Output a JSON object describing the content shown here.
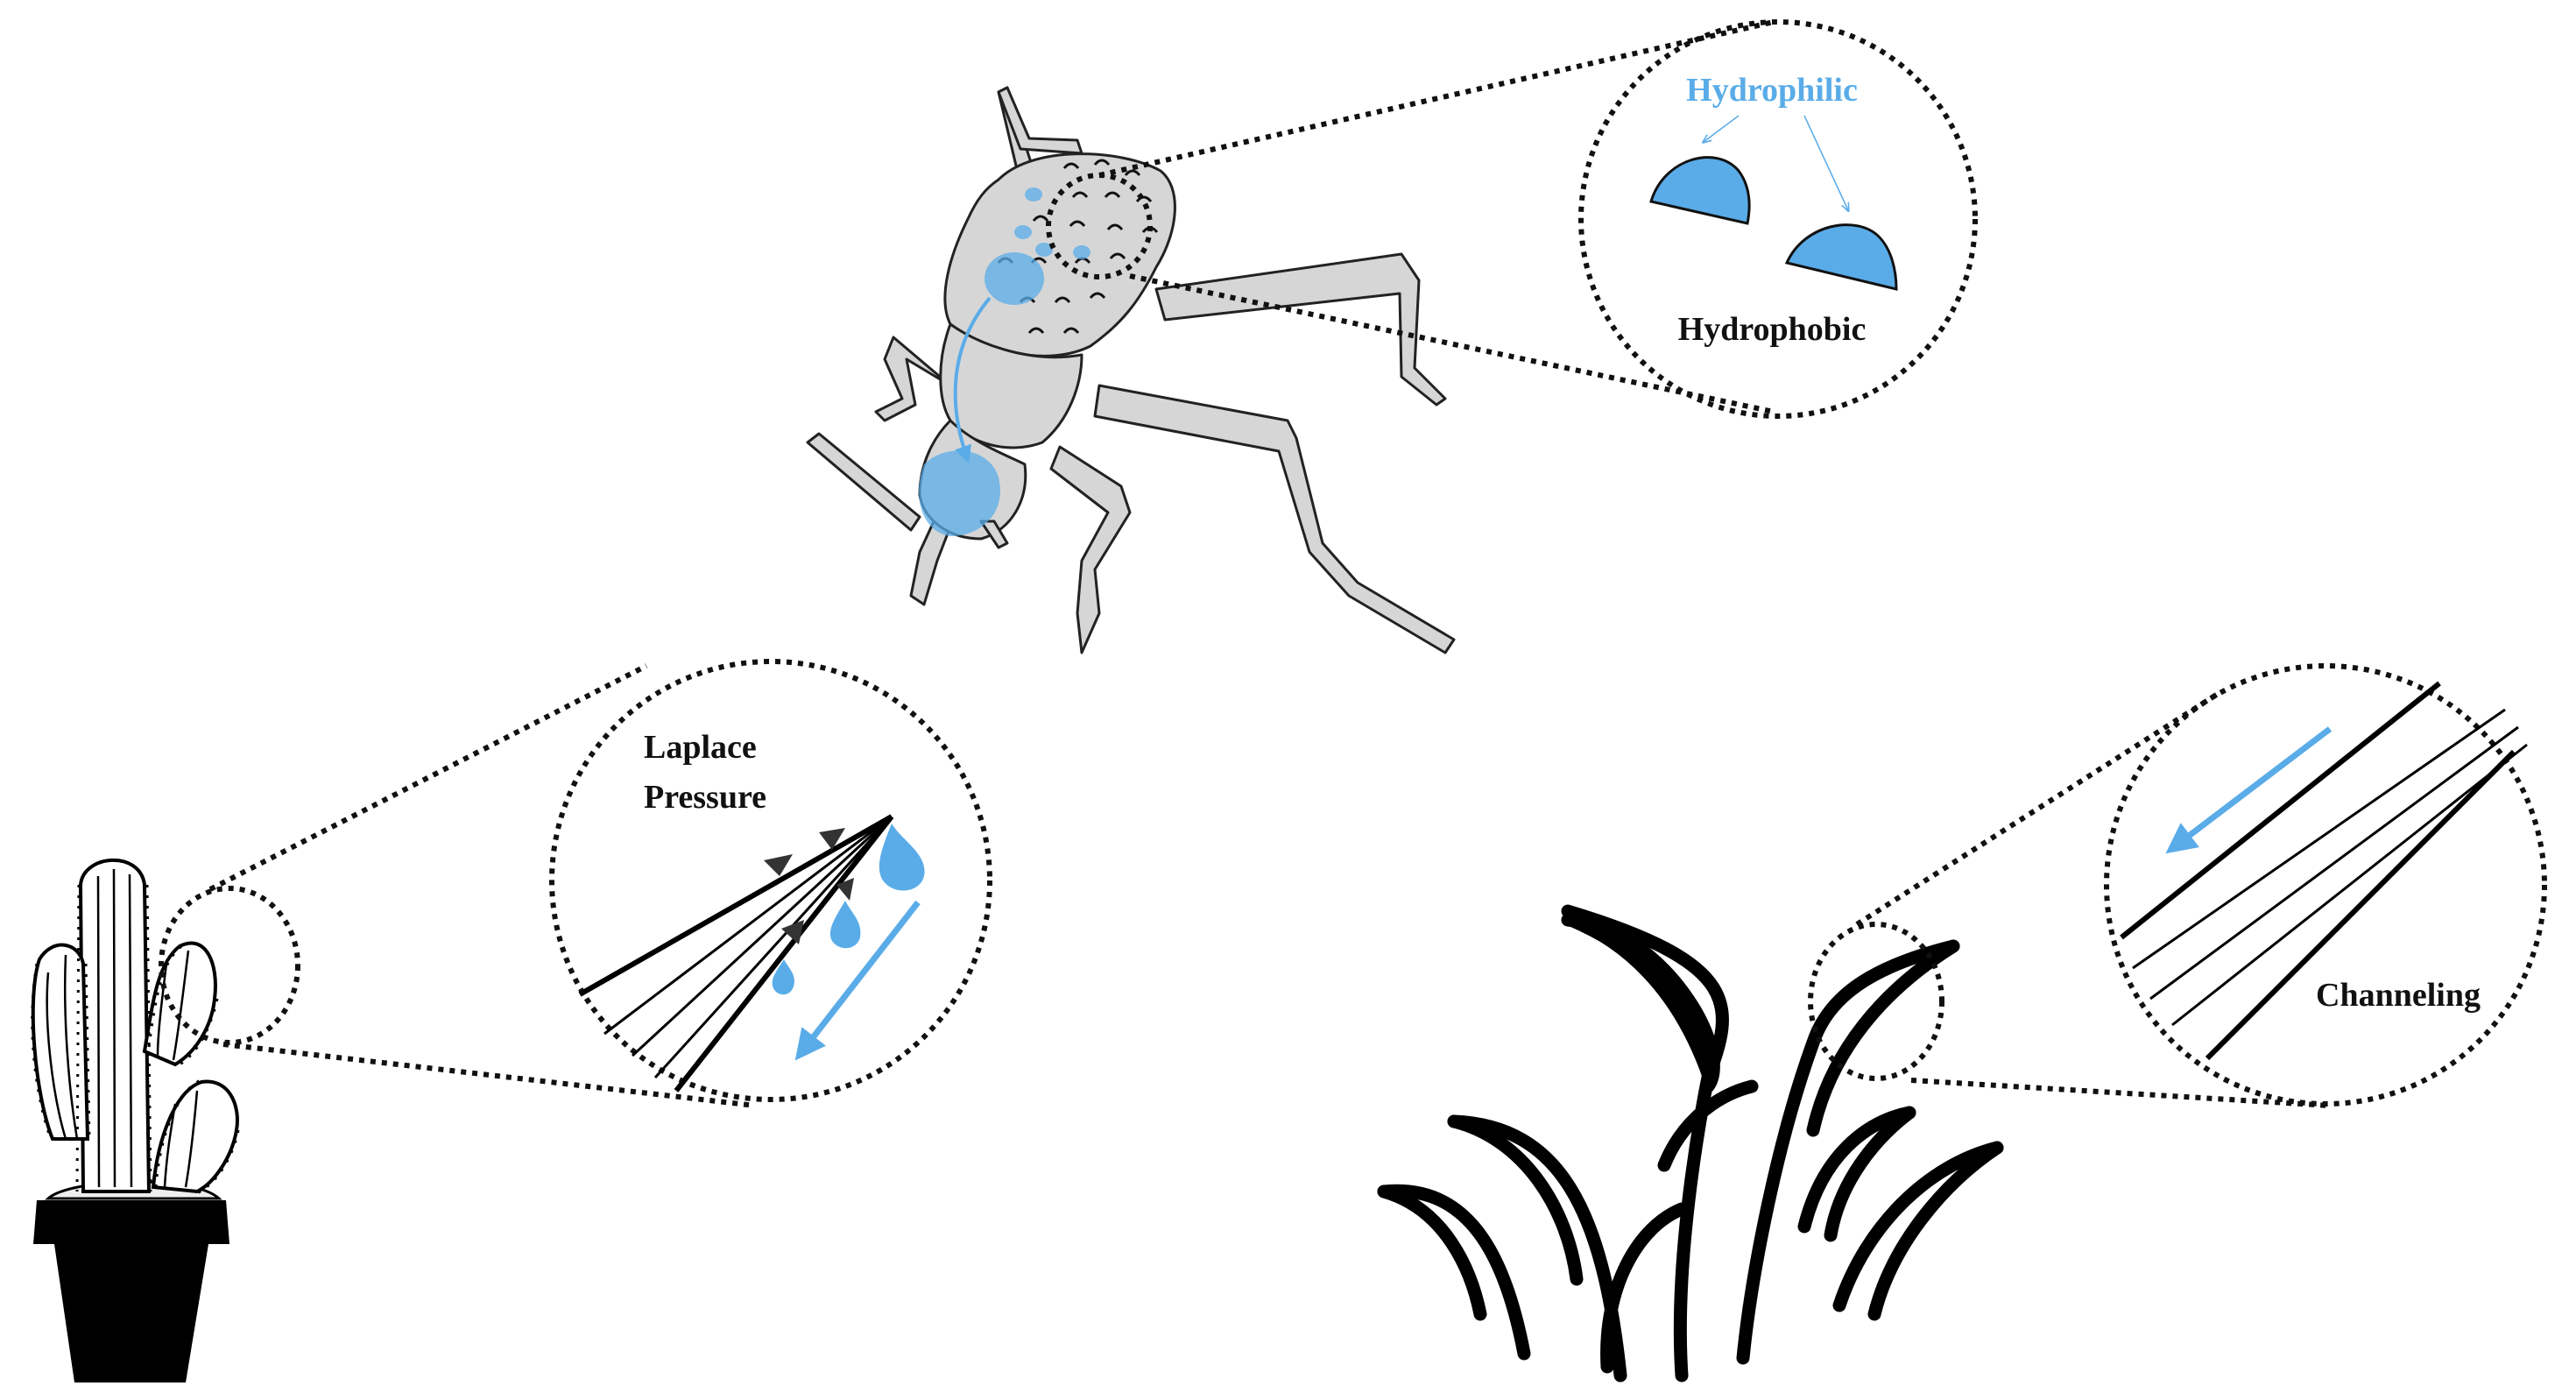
{
  "labels": {
    "hydrophilic": "Hydrophilic",
    "hydrophobic": "Hydrophobic",
    "laplace_line1": "Laplace",
    "laplace_line2": "Pressure",
    "channeling": "Channeling"
  },
  "colors": {
    "water_blue": "#5aace8",
    "beetle_body": "#d6d6d6",
    "outline": "#111111",
    "hydrophilic_text": "#5aace8",
    "background": "#ffffff"
  },
  "icons": [
    "beetle-icon",
    "cactus-icon",
    "grass-icon",
    "water-droplet-icon",
    "spine-icon",
    "arrow-icon"
  ]
}
